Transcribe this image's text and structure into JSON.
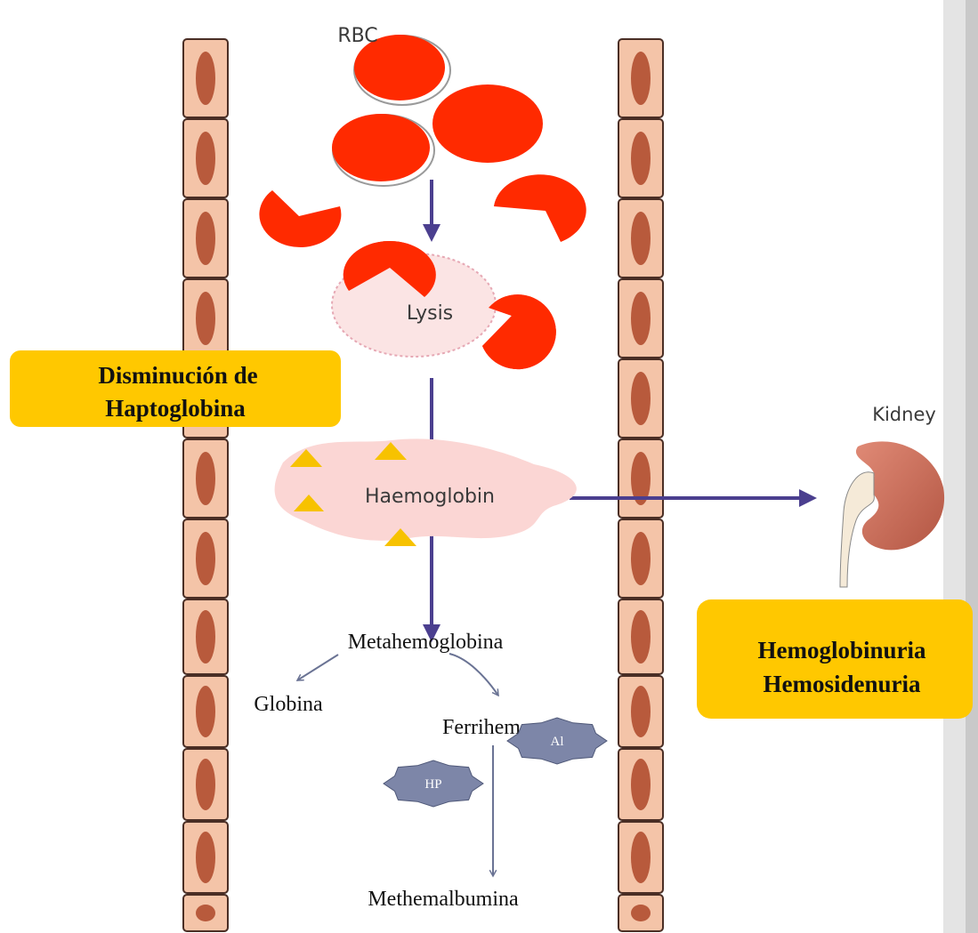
{
  "labels": {
    "rbc": "RBC",
    "lysis": "Lysis",
    "haemoglobin": "Haemoglobin",
    "kidney": "Kidney",
    "metahemoglobina": "Metahemoglobina",
    "globina": "Globina",
    "ferrihem": "Ferrihem",
    "methemalbumina": "Methemalbumina",
    "hp": "HP",
    "al": "Al"
  },
  "callouts": {
    "haptoglobina": {
      "line1": "Disminución de",
      "line2": "Haptoglobina"
    },
    "urine": {
      "line1": "Hemoglobinuria",
      "line2": "Hemosidenuria"
    }
  },
  "colors": {
    "rbc": "#ff2a00",
    "cell_fill": "#f4c4a8",
    "nucleus": "#b85a3c",
    "callout": "#ffc800",
    "triangle": "#f7c200",
    "arrow_dark": "#4b3f8f",
    "arrow_light": "#6a7394",
    "star": "#7d86a8",
    "cloud": "#fbd6d4",
    "kidney": "#cc6f5c"
  }
}
